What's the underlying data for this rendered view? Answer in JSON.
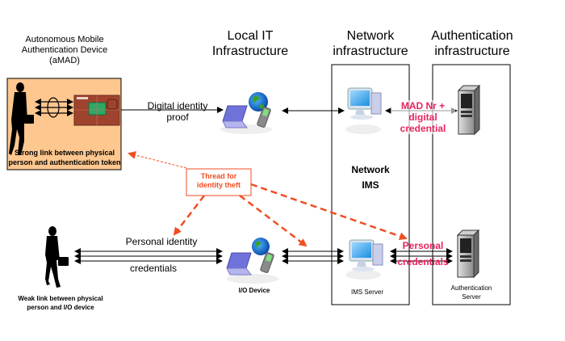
{
  "headers": {
    "amad": "Autonomous Mobile Authentication Device (aMAD)",
    "amad_lines": [
      "Autonomous Mobile",
      "Authentication Device",
      "(aMAD)"
    ],
    "local_it": [
      "Local IT",
      "Infrastructure"
    ],
    "network": [
      "Network",
      "infrastructure"
    ],
    "authentication": [
      "Authentication",
      "infrastructure"
    ]
  },
  "amad_box": {
    "caption_lines": [
      "Strong link between physical",
      "person and authentication token"
    ],
    "fill_color": "#fdc78f"
  },
  "top_flow": {
    "label_lines": [
      "Digital identity",
      "proof"
    ],
    "credential_label_lines": [
      "MAD Nr +",
      "digital",
      "credential"
    ]
  },
  "network_box": {
    "ims_label_lines": [
      "Network",
      "IMS"
    ],
    "server_label": "IMS Server"
  },
  "auth_box": {
    "server_label_lines": [
      "Authentication",
      "Server"
    ]
  },
  "threat": {
    "label_lines": [
      "Thread for",
      "identity theft"
    ],
    "color": "#f04e23"
  },
  "bottom_flow": {
    "label_top": "Personal identity",
    "label_bottom": "credentials",
    "device_label": "I/O Device",
    "credential_label_lines": [
      "Personal",
      "credentials"
    ],
    "person_caption_lines": [
      "Weak link between physical",
      "person and I/O device"
    ]
  },
  "colors": {
    "accent_pink": "#e8245e",
    "threat_orange": "#f04e23"
  }
}
